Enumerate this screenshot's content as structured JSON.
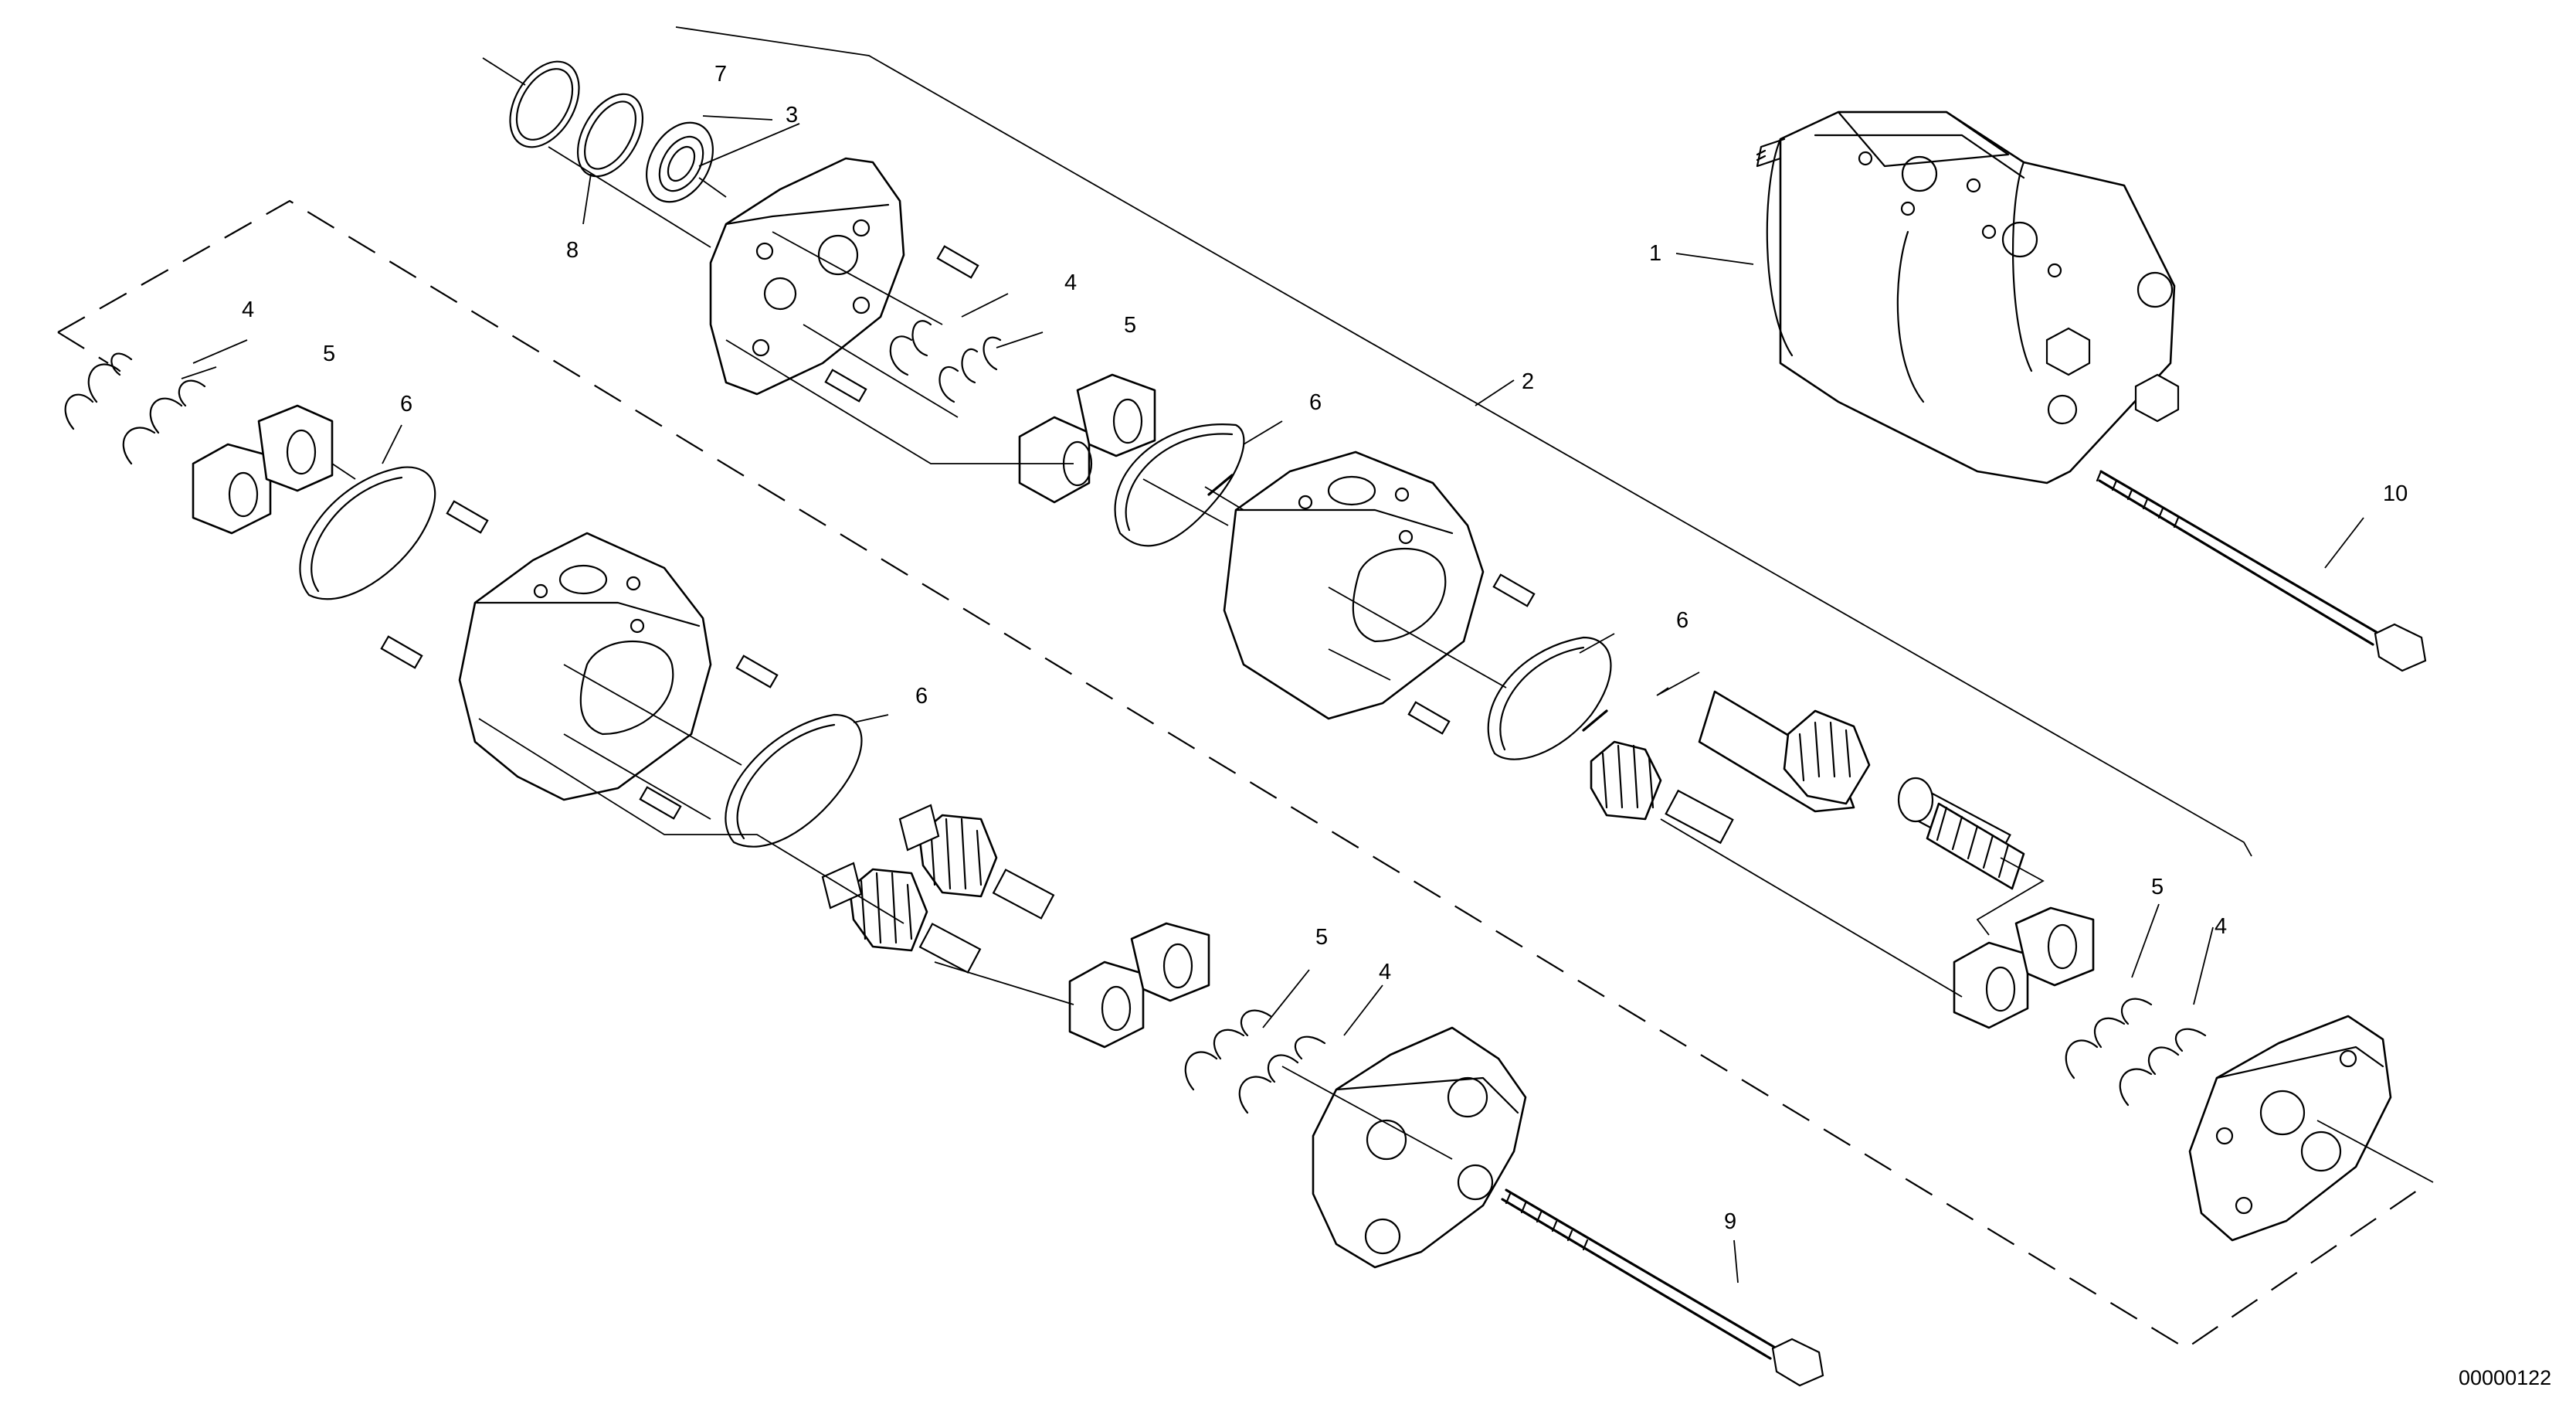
{
  "drawing_number": "00000122",
  "callouts": {
    "c1": "1",
    "c2": "2",
    "c3": "3",
    "c4a": "4",
    "c4b": "4",
    "c4c": "4",
    "c4d": "4",
    "c5a": "5",
    "c5b": "5",
    "c5c": "5",
    "c5d": "5",
    "c6a": "6",
    "c6b": "6",
    "c6c": "6",
    "c6d": "6",
    "c7": "7",
    "c8": "8",
    "c9": "9",
    "c10": "10"
  }
}
